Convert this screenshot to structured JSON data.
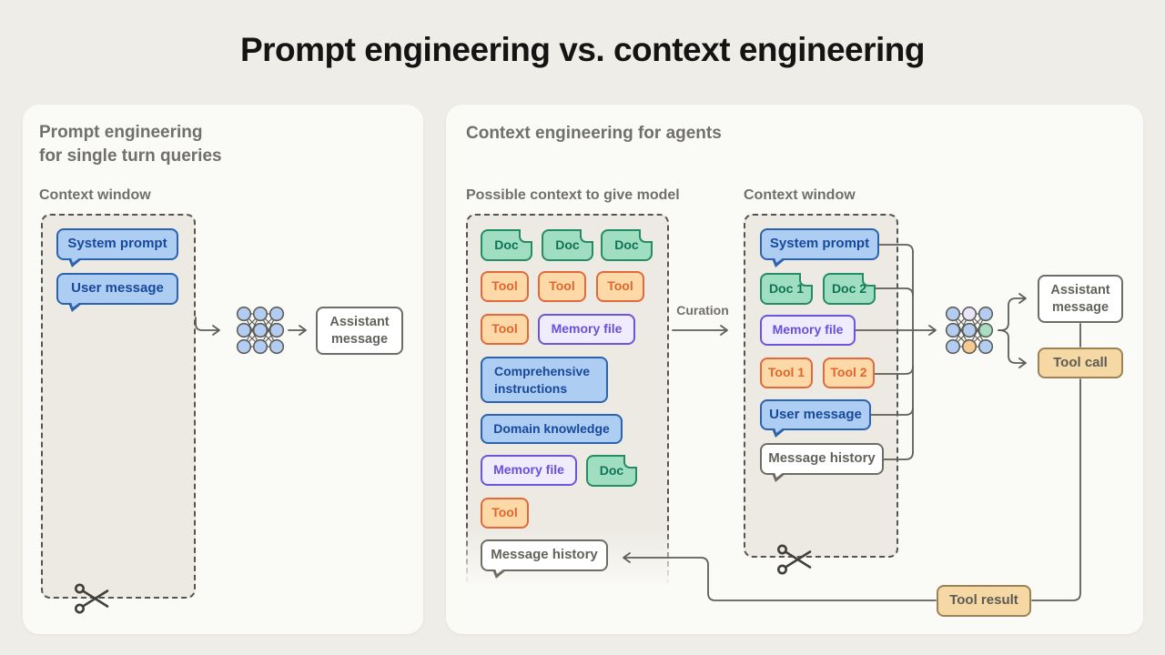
{
  "title": "Prompt engineering vs. context engineering",
  "left_panel": {
    "heading_line1": "Prompt engineering",
    "heading_line2": "for single turn queries",
    "context_window_label": "Context window",
    "system_prompt": "System prompt",
    "user_message": "User message",
    "assistant_message": "Assistant message"
  },
  "right_panel": {
    "heading": "Context engineering for agents",
    "possible_context_label": "Possible context to give model",
    "context_window_label": "Context window",
    "curation_label": "Curation",
    "possible": {
      "doc_a": "Doc",
      "doc_b": "Doc",
      "doc_c": "Doc",
      "tool_a": "Tool",
      "tool_b": "Tool",
      "tool_c": "Tool",
      "tool_d": "Tool",
      "memory_a": "Memory file",
      "comprehensive_instructions": "Comprehensive instructions",
      "domain_knowledge": "Domain knowledge",
      "memory_b": "Memory file",
      "doc_d": "Doc",
      "tool_e": "Tool",
      "message_history": "Message history"
    },
    "window": {
      "system_prompt": "System prompt",
      "doc_1": "Doc 1",
      "doc_2": "Doc 2",
      "memory_file": "Memory file",
      "tool_1": "Tool 1",
      "tool_2": "Tool 2",
      "user_message": "User message",
      "message_history": "Message history"
    },
    "assistant_message": "Assistant message",
    "tool_call": "Tool call",
    "tool_result": "Tool result"
  },
  "icons": {
    "scissors_left": "scissors-icon",
    "scissors_right": "scissors-icon",
    "neural_net_left": "model-icon",
    "neural_net_right": "model-icon"
  },
  "colors": {
    "page_bg": "#efede7",
    "card_bg": "#fafaf6",
    "context_box_bg": "#eceae3",
    "dashed_border": "#56544e",
    "blue_fill": "#aecdf2",
    "blue_border": "#2b63ac",
    "blue_text": "#17499b",
    "green_fill": "#9fdec0",
    "green_border": "#258a66",
    "green_text": "#0f7258",
    "orange_fill": "#fcd9a6",
    "orange_border": "#e1693a",
    "orange_text": "#e0662f",
    "purple_fill": "#efecfd",
    "purple_border": "#6c55d9",
    "purple_text": "#6a4fdb",
    "tan_fill": "#f6d8a4",
    "tan_border": "#9c8256",
    "gray_text": "#716f69",
    "line": "#5f5d58",
    "nn_node_blue": "#b3cdf2",
    "nn_node_lavender": "#e9e4f7",
    "nn_node_green": "#a8dfc3",
    "nn_node_orange": "#f6c992"
  }
}
